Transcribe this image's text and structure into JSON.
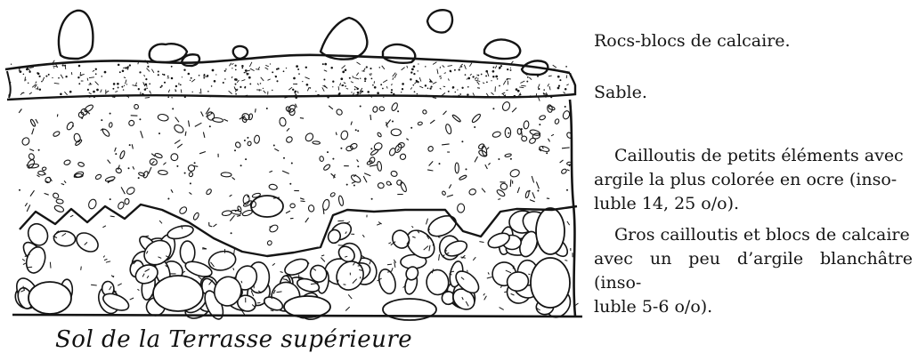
{
  "colors": {
    "ink": "#141414",
    "paper": "#ffffff"
  },
  "labels": {
    "rocs": "Rocs-blocs de calcaire.",
    "sable": "Sable.",
    "cailloutis_1": "Cailloutis de petits éléments avec",
    "cailloutis_2": "argile la plus colorée en ocre (inso-",
    "cailloutis_3": "luble 14, 25 o/o).",
    "gros_1": "Gros cailloutis et blocs de calcaire",
    "gros_2": "avec un peu d’argile blanchâtre (inso-",
    "gros_3": "luble 5-6 o/o)."
  },
  "caption": "Sol de la Terrasse supérieure"
}
